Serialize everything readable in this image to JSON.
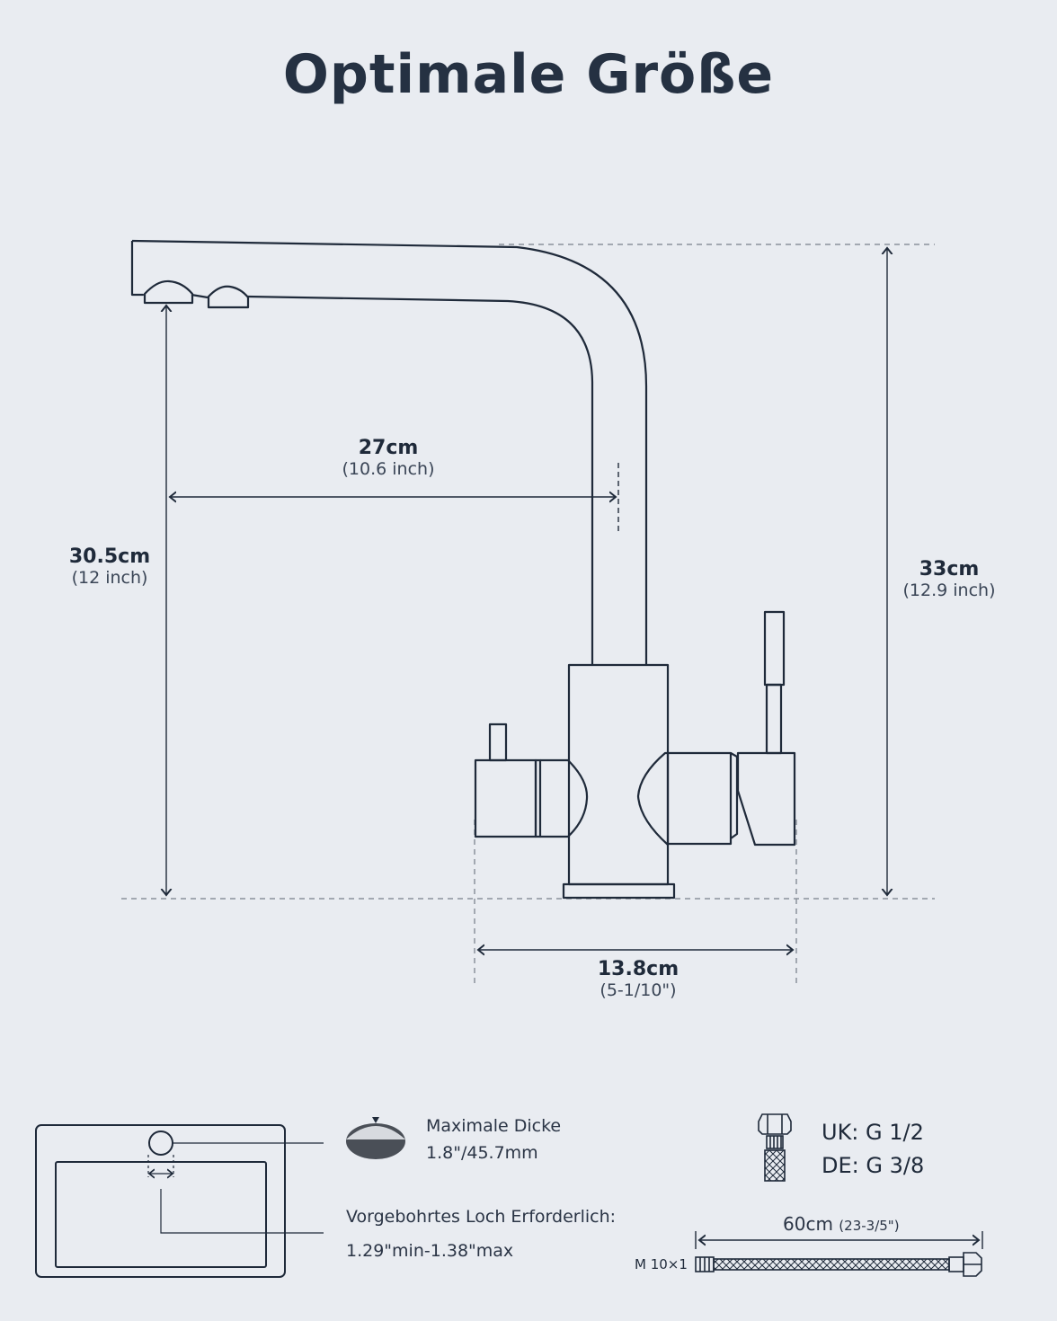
{
  "title": "Optimale Größe",
  "dimensions": {
    "spout_height": {
      "metric": "30.5cm",
      "imperial": "(12 inch)"
    },
    "reach": {
      "metric": "27cm",
      "imperial": "(10.6 inch)"
    },
    "total_height": {
      "metric": "33cm",
      "imperial": "(12.9 inch)"
    },
    "base_width": {
      "metric": "13.8cm",
      "imperial": "(5-1/10\")"
    }
  },
  "thickness": {
    "label": "Maximale Dicke",
    "value": "1.8\"/45.7mm"
  },
  "hole": {
    "label": "Vorgebohrtes Loch Erforderlich:",
    "value": "1.29\"min-1.38\"max"
  },
  "connection": {
    "uk": "UK: G 1/2",
    "de": "DE: G 3/8"
  },
  "hose": {
    "length": "60cm",
    "length_imperial": "(23-3/5\")",
    "thread": "M 10×1"
  },
  "colors": {
    "background": "#e9ecf1",
    "line": "#1f2a3a",
    "dashed": "#8a919c"
  }
}
